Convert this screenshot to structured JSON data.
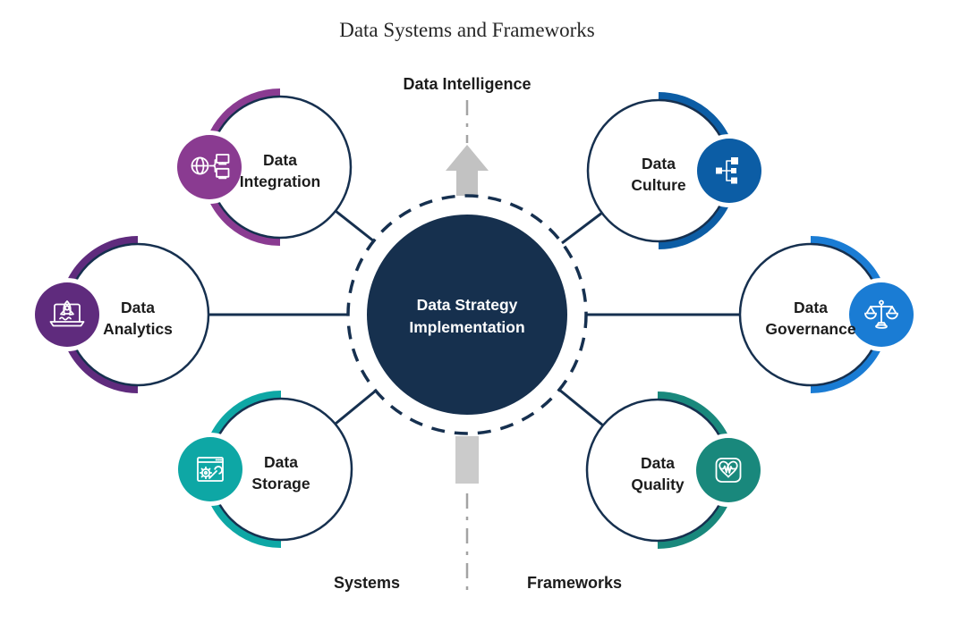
{
  "title": "Data Systems and Frameworks",
  "axis": {
    "top_label": "Data Intelligence",
    "bottom_left_label": "Systems",
    "bottom_right_label": "Frameworks"
  },
  "center": {
    "label_line1": "Data Strategy",
    "label_line2": "Implementation",
    "fill": "#16304E"
  },
  "nodes": [
    {
      "id": "data-integration",
      "label_line1": "Data",
      "label_line2": "Integration",
      "color": "#8A3B91",
      "icon": "globe-network-icon",
      "group": "Systems"
    },
    {
      "id": "data-analytics",
      "label_line1": "Data",
      "label_line2": "Analytics",
      "color": "#5F2B7D",
      "icon": "laptop-rocket-icon",
      "group": "Systems"
    },
    {
      "id": "data-storage",
      "label_line1": "Data",
      "label_line2": "Storage",
      "color": "#0EA7A5",
      "icon": "browser-tools-icon",
      "group": "Systems"
    },
    {
      "id": "data-culture",
      "label_line1": "Data",
      "label_line2": "Culture",
      "color": "#0C5DA5",
      "icon": "org-hierarchy-icon",
      "group": "Frameworks"
    },
    {
      "id": "data-governance",
      "label_line1": "Data",
      "label_line2": "Governance",
      "color": "#1A7CD4",
      "icon": "scales-icon",
      "group": "Frameworks"
    },
    {
      "id": "data-quality",
      "label_line1": "Data",
      "label_line2": "Quality",
      "color": "#19887C",
      "icon": "heart-pulse-icon",
      "group": "Frameworks"
    }
  ],
  "colors": {
    "navy": "#16304F",
    "arrow_gray": "#C2C2C2",
    "tail_gray": "#CBCBCB",
    "dash_line_gray": "#A3A3A3",
    "label_text": "#1C1C1C",
    "center_text": "#FFFFFF"
  }
}
